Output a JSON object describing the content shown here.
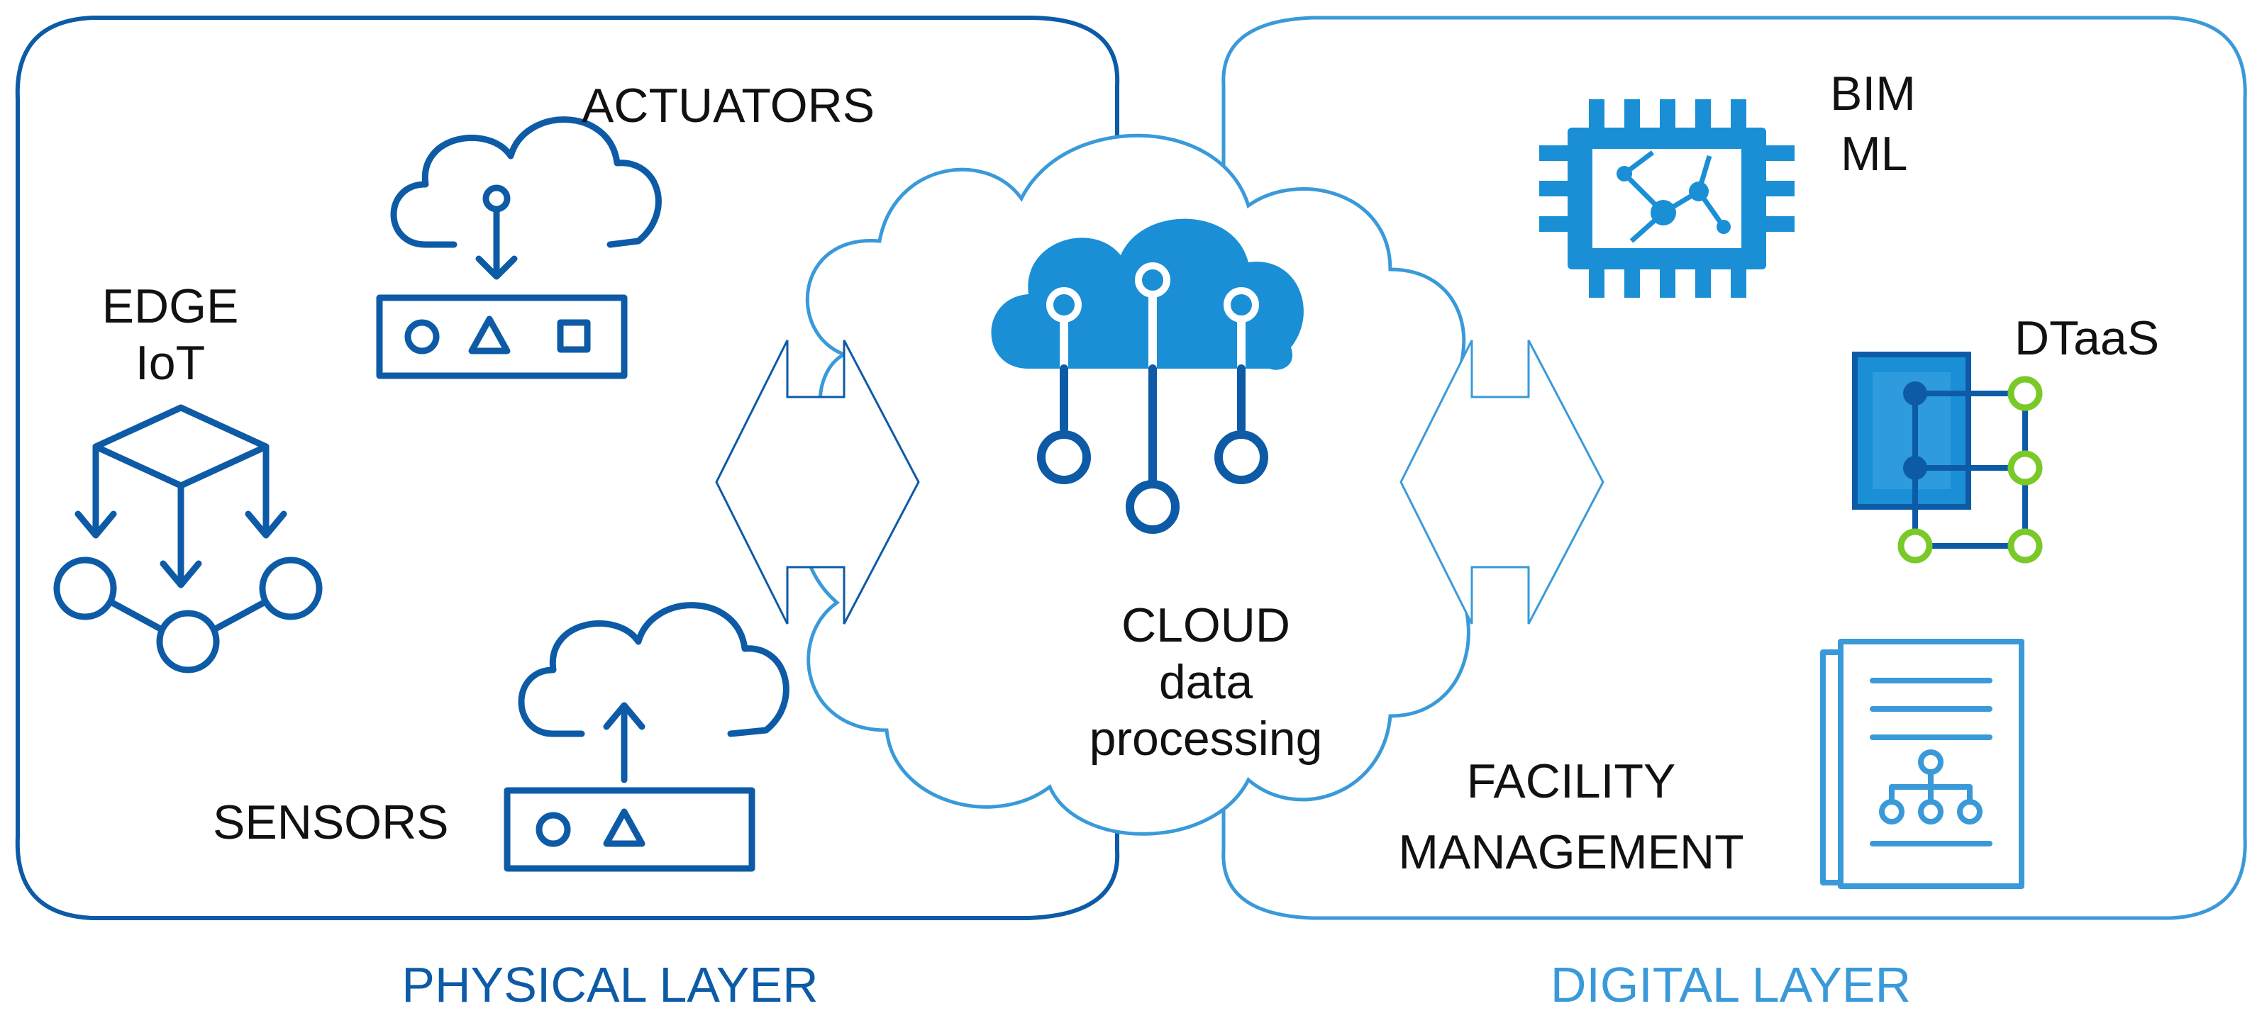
{
  "colors": {
    "physical_dark": "#0d5ba6",
    "digital_light": "#3a9ad9",
    "icon_mid": "#1a8fd6",
    "icon_light_fill": "#3aa3e3",
    "dtaas_green": "#79c928",
    "text": "#111111"
  },
  "physical": {
    "layer_label": "PHYSICAL LAYER",
    "actuators_label": "ACTUATORS",
    "edge_label_line1": "EDGE",
    "edge_label_line2": "IoT",
    "sensors_label": "SENSORS",
    "icons": [
      "cloud-download-icon",
      "device-panel-icon",
      "hierarchy-network-icon",
      "cloud-upload-icon"
    ]
  },
  "cloud": {
    "label_line1": "CLOUD",
    "label_line2": "data",
    "label_line3": "processing",
    "icons": [
      "cloud-network-icon",
      "double-arrow-icon"
    ]
  },
  "digital": {
    "layer_label": "DIGITAL LAYER",
    "bim_label": "BIM",
    "ml_label": "ML",
    "dtaas_label": "DTaaS",
    "facility_line1": "FACILITY",
    "facility_line2": "MANAGEMENT",
    "icons": [
      "chip-network-icon",
      "dtaas-graph-icon",
      "document-tree-icon"
    ]
  }
}
